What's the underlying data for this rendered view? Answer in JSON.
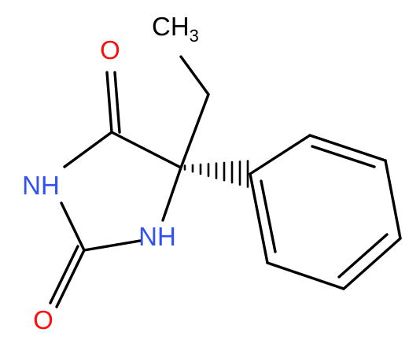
{
  "molecule": {
    "atoms": {
      "o1": {
        "symbol": "O",
        "color": "#ff0d0d"
      },
      "o2": {
        "symbol": "O",
        "color": "#ff0d0d"
      },
      "n1": {
        "symbol": "NH",
        "color": "#3050f8"
      },
      "n2": {
        "symbol": "NH",
        "color": "#3050f8"
      },
      "methyl": {
        "main": "CH",
        "sub": "3",
        "color": "#000000"
      }
    },
    "bond_color": "#000000"
  }
}
